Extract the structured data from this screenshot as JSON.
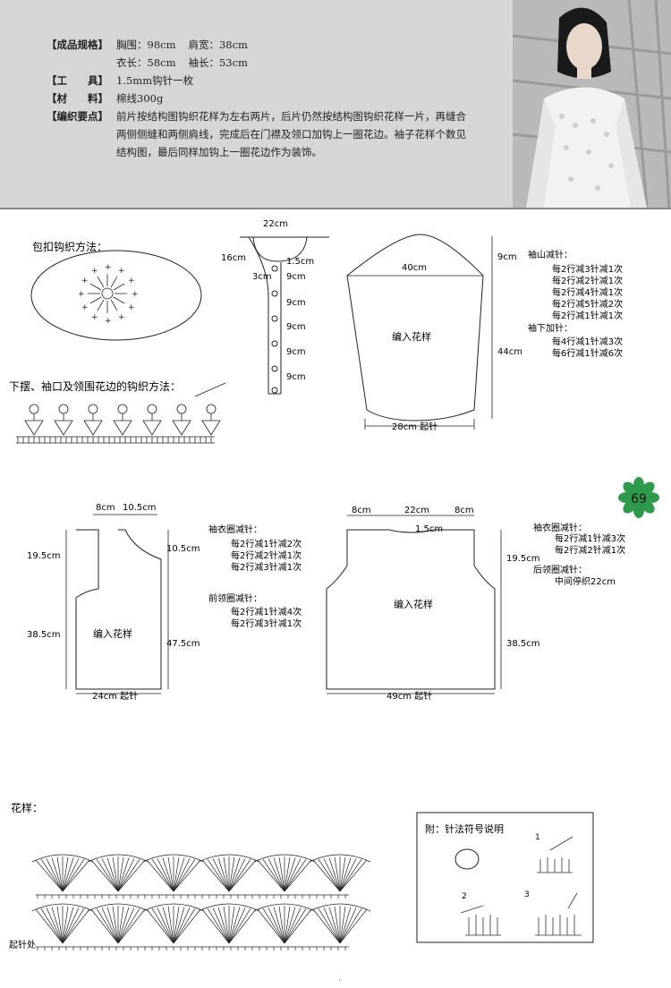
{
  "specs": {
    "size_label": "【成品规格】",
    "chest": "胸围：98cm",
    "shoulder": "肩宽：38cm",
    "length": "衣长：58cm",
    "sleeve": "袖长：53cm",
    "tool_label": "【工　　具】",
    "tool": "1.5mm钩针一枚",
    "material_label": "【材　　料】",
    "material": "棉线300g",
    "points_label": "【编织要点】",
    "points": "前片按结构图钩织花样为左右两片，后片仍然按结构图钩织花样一片，再缝合两侧侧缝和两侧肩线，完成后在门襟及领口加钩上一圈花边。袖子花样个数见结构图，最后同样加钩上一圈花边作为装饰。"
  },
  "button": {
    "title": "包扣钩织方法："
  },
  "edging": {
    "title": "下摆、袖口及领围花边的钩织方法："
  },
  "collar": {
    "top": "22cm",
    "side": "16cm",
    "w1": "1.5cm",
    "w2": "3cm",
    "spacing": [
      "9cm",
      "9cm",
      "9cm",
      "9cm",
      "9cm"
    ]
  },
  "sleeve": {
    "cap_h": "9cm",
    "top_w": "40cm",
    "body_h": "44cm",
    "bottom": "28cm 起针",
    "pattern": "编入花样",
    "cap_title": "袖山减针：",
    "cap_rows": [
      "每2行减3针减1次",
      "每2行减2针减1次",
      "每2行减4针减1次",
      "每2行减5针减2次",
      "每2行减1针减1次"
    ],
    "inc_title": "袖下加针：",
    "inc_rows": [
      "每4行减1针减3次",
      "每6行减1针减6次"
    ]
  },
  "front": {
    "top_a": "8cm",
    "top_b": "10.5cm",
    "left_a": "19.5cm",
    "left_b": "38.5cm",
    "right_a": "10.5cm",
    "right_b": "47.5cm",
    "bottom": "24cm 起针",
    "pattern": "编入花样",
    "arm_title": "袖衣圈减针：",
    "arm_rows": [
      "每2行减1针减2次",
      "每2行减2针减1次",
      "每2行减3针减1次"
    ],
    "neck_title": "前领圈减针：",
    "neck_rows": [
      "每2行减1针减4次",
      "每2行减3针减1次"
    ]
  },
  "back": {
    "top_l": "8cm",
    "top_m": "22cm",
    "top_r": "8cm",
    "neck": "1.5cm",
    "left_a": "19.5cm",
    "left_b": "38.5cm",
    "bottom": "49cm 起针",
    "pattern": "编入花样",
    "arm_title": "袖衣圈减针：",
    "arm_rows": [
      "每2行减1针减3次",
      "每2行减2针减1次"
    ],
    "neck_title": "后领圈减针：",
    "neck_rows": [
      "中间停织22cm"
    ]
  },
  "page_number": "69",
  "stitch": {
    "title": "花样：",
    "start": "起针处"
  },
  "legend": {
    "title": "附：针法符号说明",
    "steps": [
      "1",
      "2",
      "3"
    ]
  }
}
